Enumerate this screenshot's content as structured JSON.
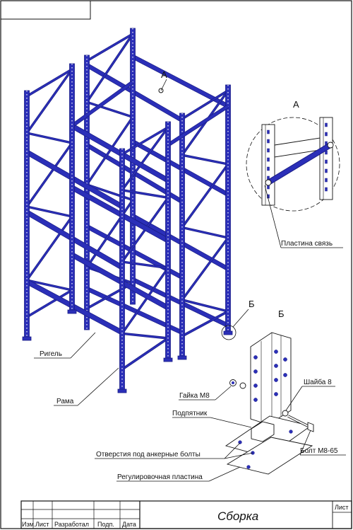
{
  "drawing": {
    "callouts": {
      "detail_a_marker": "А",
      "detail_b_marker": "Б",
      "detail_a_title": "А",
      "detail_b_title": "Б"
    },
    "labels": {
      "plate_link": "Пластина связь",
      "beam": "Ригель",
      "frame": "Рама",
      "nut": "Гайка М8",
      "washer": "Шайба 8",
      "footplate": "Подпятник",
      "anchor_holes": "Отверстия под анкерные болты",
      "bolt": "Болт М8-65",
      "adjust_plate": "Регулировочная пластина"
    },
    "colors": {
      "steel": "#2b2fb8",
      "steel_dark": "#1a1d86",
      "line": "#111111"
    }
  },
  "title_block": {
    "title": "Сборка",
    "sheet_label": "Лист",
    "columns": [
      "Изм.",
      "Лист",
      "Разработал",
      "Подп.",
      "Дата"
    ]
  }
}
